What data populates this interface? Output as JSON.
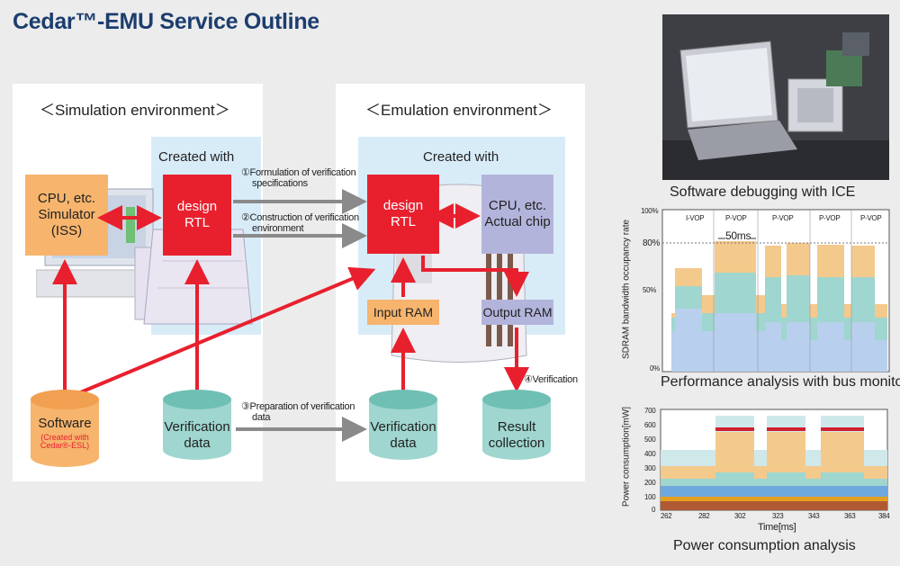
{
  "title": "Cedar™-EMU Service Outline",
  "simulation": {
    "env_title": "＜Simulation environment＞",
    "created_with": "Created with",
    "cpu_box": [
      "CPU, etc.",
      "Simulator",
      "(ISS)"
    ],
    "design_rtl": [
      "design",
      "RTL"
    ]
  },
  "emulation": {
    "env_title": "＜Emulation environment＞",
    "created_with": "Created with",
    "design_rtl": [
      "design",
      "RTL"
    ],
    "cpu_box": [
      "CPU, etc.",
      "Actual chip"
    ],
    "input_ram": "Input RAM",
    "output_ram": "Output RAM"
  },
  "steps": {
    "step1": [
      "①Formulation of verification",
      "specifications"
    ],
    "step2": [
      "②Construction of verification",
      "environment"
    ],
    "step3": [
      "③Preparation of verification",
      "data"
    ],
    "step4": "④Verification"
  },
  "cylinders": {
    "software": "Software",
    "software_note": [
      "(Created with",
      "Cedar®-ESL)"
    ],
    "verification_data_left": [
      "Verification",
      "data"
    ],
    "verification_data_right": [
      "Verification",
      "data"
    ],
    "result_collection": [
      "Result",
      "collection"
    ]
  },
  "photo_caption": "Software debugging with ICE",
  "bus_chart": {
    "ylabel": "SDRAM bandwidth occupancy rate",
    "yticks": [
      "100%",
      "80%",
      "50%",
      "0%"
    ],
    "frame_labels": [
      "I-VOP",
      "P-VOP",
      "P-VOP",
      "P-VOP",
      "P-VOP"
    ],
    "interval_label": "50ms",
    "caption": "Performance analysis with bus monitor"
  },
  "power_chart": {
    "ylabel": "Power consumption[mW]",
    "yticks": [
      "700",
      "600",
      "500",
      "400",
      "300",
      "200",
      "100",
      "0"
    ],
    "xticks": [
      "262",
      "282",
      "302",
      "323",
      "343",
      "363",
      "384"
    ],
    "xlabel": "Time[ms]",
    "caption": "Power consumption analysis"
  },
  "colors": {
    "title": "#1c3d6e",
    "red": "#e8202e",
    "orange": "#f6b46d",
    "purple": "#b3b4dc",
    "teal": "#9fd6cf",
    "light_blue": "#d8ecf8"
  }
}
